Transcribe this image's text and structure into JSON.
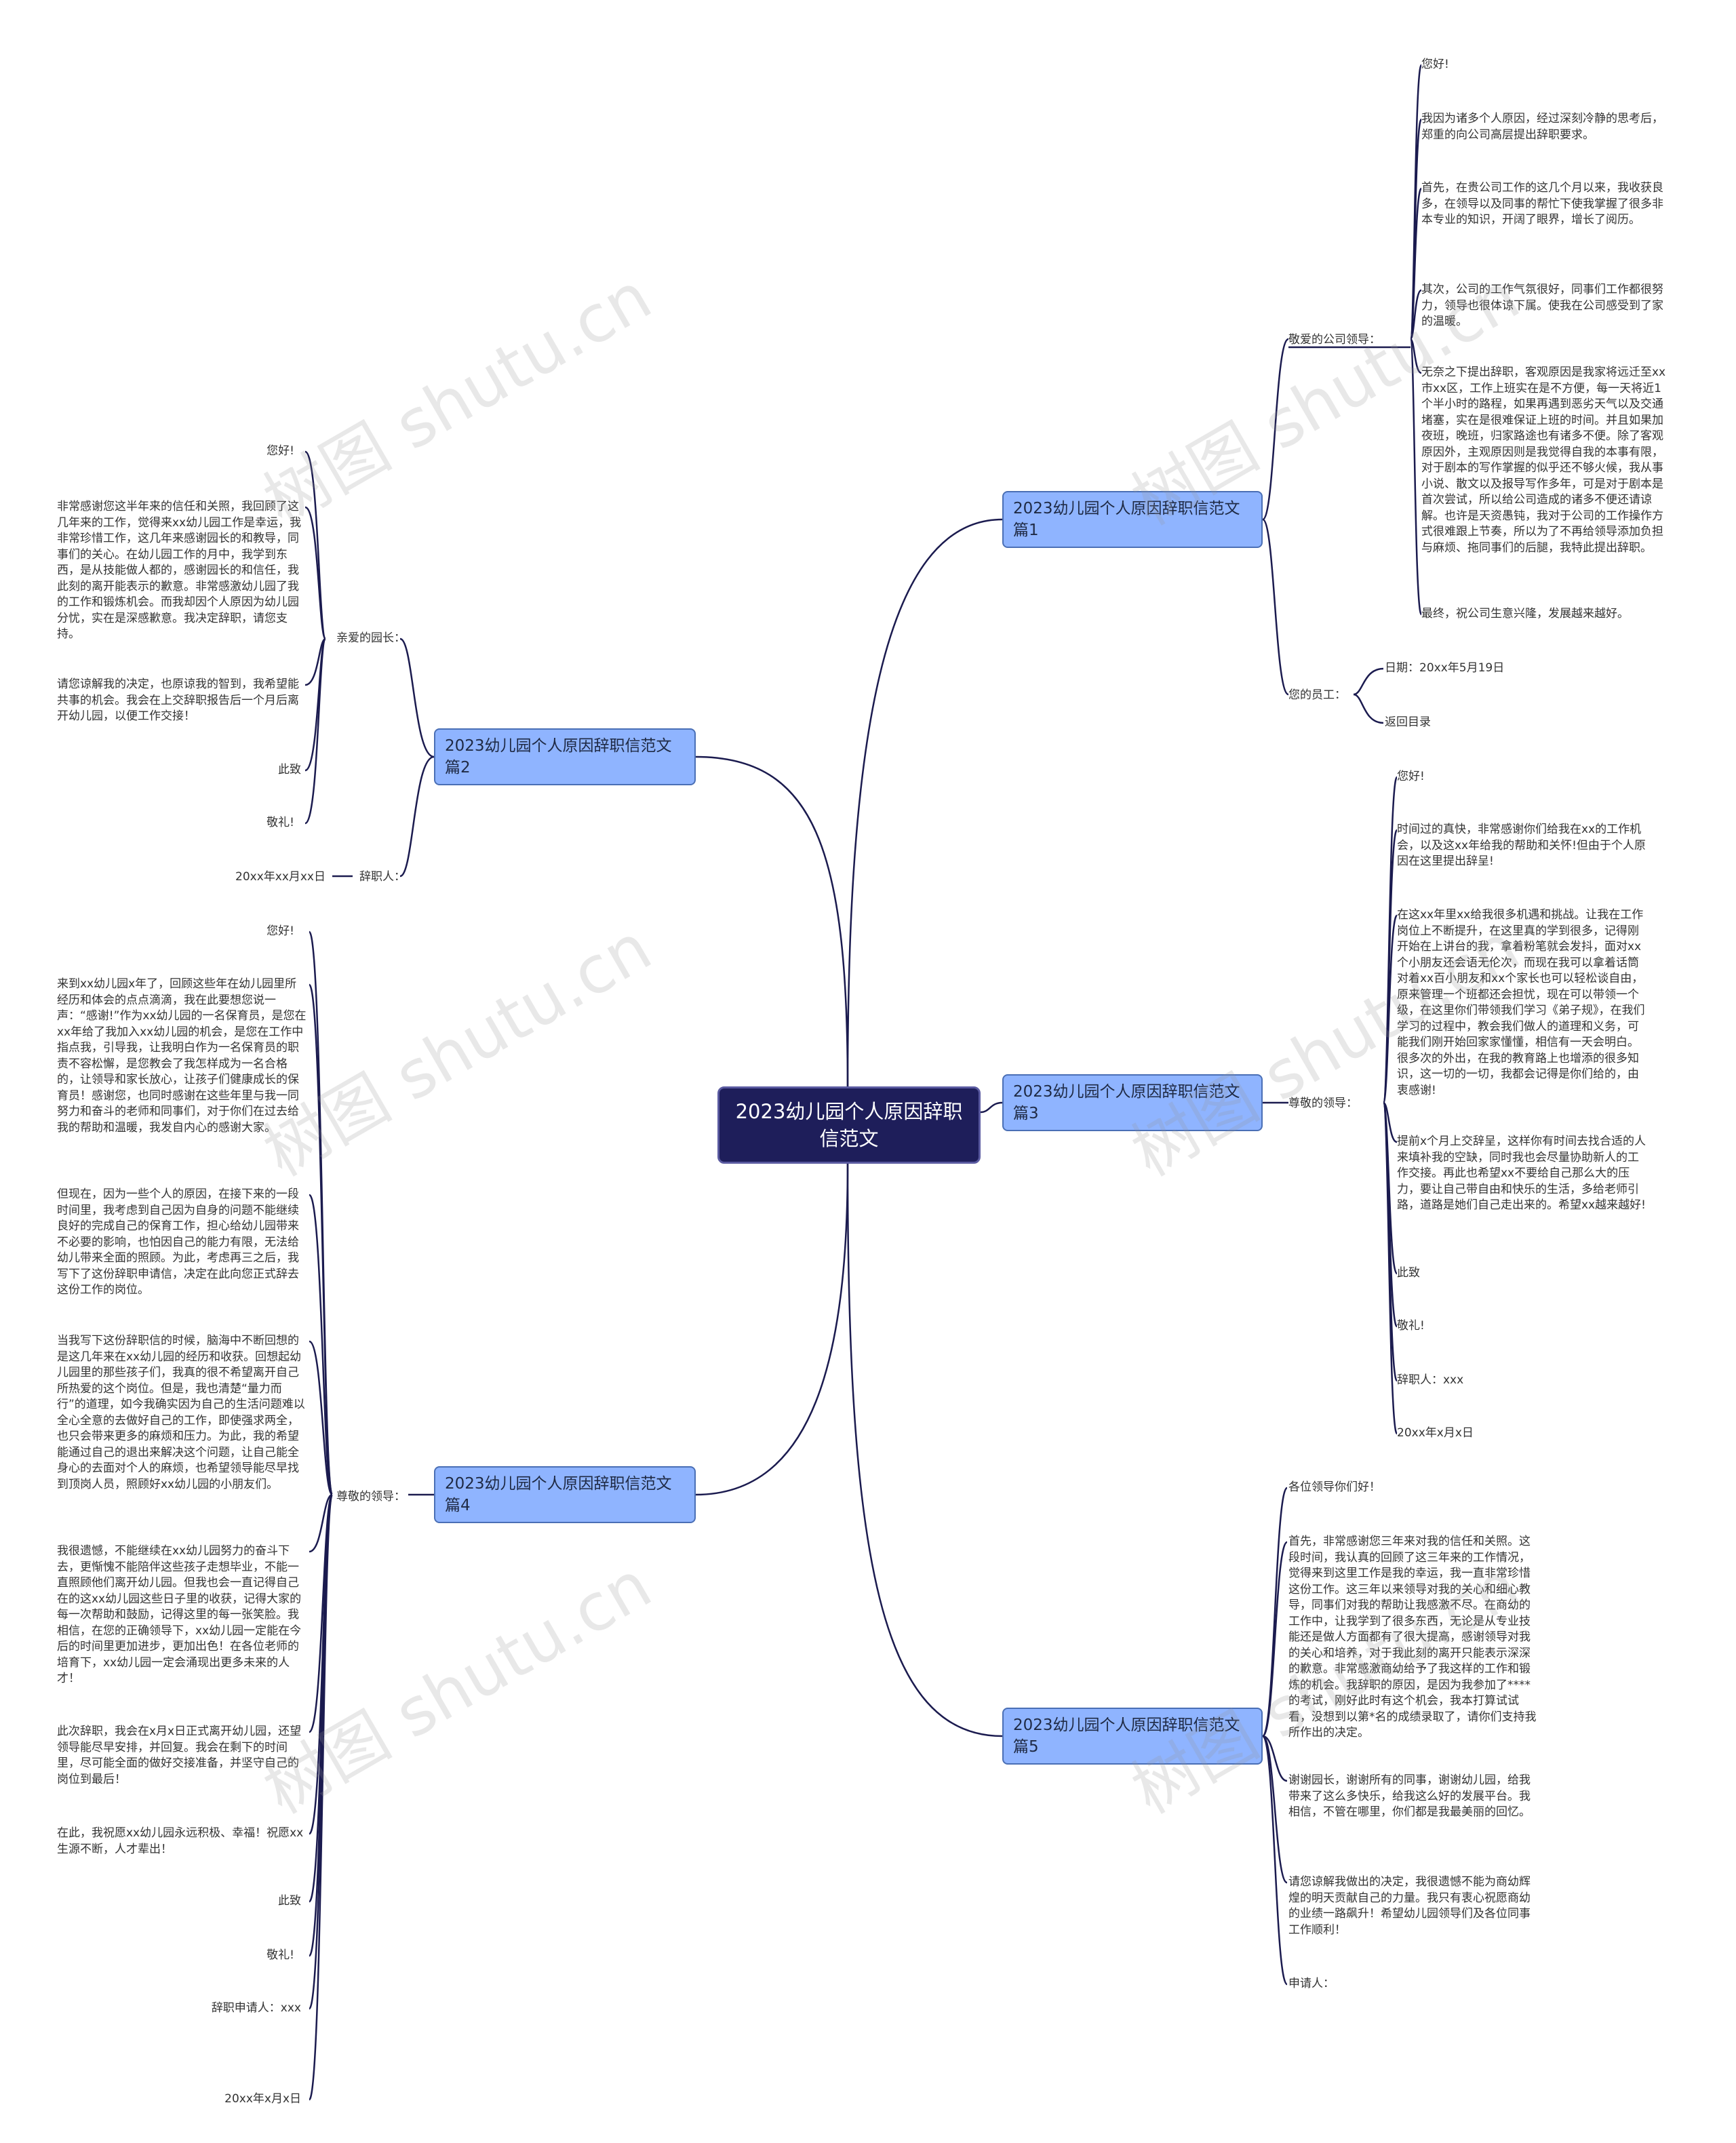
{
  "title": "2023幼儿园个人原因辞职信范文",
  "watermark_text": "树图 shutu.cn",
  "colors": {
    "root_bg": "#1e1e5a",
    "branch_bg": "#8fb4ff",
    "edge": "#1b1b4f"
  },
  "branches": [
    {
      "label": "2023幼儿园个人原因辞职信范文篇1",
      "groups": [
        {
          "label": "敬爱的公司领导：",
          "items": [
            "您好!",
            "我因为诸多个人原因，经过深刻冷静的思考后，郑重的向公司高层提出辞职要求。",
            "首先，在贵公司工作的这几个月以来，我收获良多，在领导以及同事的帮忙下使我掌握了很多非本专业的知识，开阔了眼界，增长了阅历。",
            "其次，公司的工作气氛很好，同事们工作都很努力，领导也很体谅下属。使我在公司感受到了家的温暖。",
            "无奈之下提出辞职，客观原因是我家将远迁至xx市xx区，工作上班实在是不方便，每一天将近1个半小时的路程，如果再遇到恶劣天气以及交通堵塞，实在是很难保证上班的时间。并且如果加夜班，晚班，归家路途也有诸多不便。除了客观原因外，主观原因则是我觉得自我的本事有限，对于剧本的写作掌握的似乎还不够火候，我从事小说、散文以及报导写作多年，可是对于剧本是首次尝试，所以给公司造成的诸多不便还请谅解。也许是天资愚钝，我对于公司的工作操作方式很难跟上节奏，所以为了不再给领导添加负担与麻烦、拖同事们的后腿，我特此提出辞职。",
            "最终，祝公司生意兴隆，发展越来越好。"
          ]
        },
        {
          "label": "您的员工：",
          "items": [
            "日期：20xx年5月19日",
            "返回目录"
          ]
        }
      ]
    },
    {
      "label": "2023幼儿园个人原因辞职信范文篇2",
      "groups": [
        {
          "label": "亲爱的园长：",
          "items": [
            "您好!",
            "非常感谢您这半年来的信任和关照，我回顾了这几年来的工作，觉得来xx幼儿园工作是幸运，我非常珍惜工作，这几年来感谢园长的和教导，同事们的关心。在幼儿园工作的月中，我学到东西，是从技能做人都的，感谢园长的和信任，我此刻的离开能表示的歉意。非常感激幼儿园了我的工作和锻炼机会。而我却因个人原因为幼儿园分忧，实在是深感歉意。我决定辞职，请您支持。",
            "请您谅解我的决定，也原谅我的智到，我希望能共事的机会。我会在上交辞职报告后一个月后离开幼儿园，以便工作交接！",
            "此致",
            "敬礼!"
          ]
        },
        {
          "label": "辞职人：",
          "items": [
            "20xx年xx月xx日"
          ]
        }
      ]
    },
    {
      "label": "2023幼儿园个人原因辞职信范文篇3",
      "groups": [
        {
          "label": "尊敬的领导：",
          "items": [
            "您好!",
            "时间过的真快，非常感谢你们给我在xx的工作机会，以及这xx年给我的帮助和关怀!但由于个人原因在这里提出辞呈!",
            "在这xx年里xx给我很多机遇和挑战。让我在工作岗位上不断提升，在这里真的学到很多，记得刚开始在上讲台的我，拿着粉笔就会发抖，面对xx个小朋友还会语无伦次，而现在我可以拿着话筒对着xx百小朋友和xx个家长也可以轻松谈自由，原来管理一个班都还会担忧，现在可以带领一个级，在这里你们带领我们学习《弟子规》，在我们学习的过程中，教会我们做人的道理和义务，可能我们刚开始回家家懂懂，相信有一天会明白。很多次的外出，在我的教育路上也增添的很多知识，这一切的一切，我都会记得是你们给的，由衷感谢!",
            "提前x个月上交辞呈，这样你有时间去找合适的人来填补我的空缺，同时我也会尽量协助新人的工作交接。再此也希望xx不要给自己那么大的压力，要让自己带自由和快乐的生活，多给老师引路，道路是她们自己走出来的。希望xx越来越好!",
            "此致",
            "敬礼!",
            "辞职人：xxx",
            "20xx年x月x日"
          ]
        }
      ]
    },
    {
      "label": "2023幼儿园个人原因辞职信范文篇4",
      "groups": [
        {
          "label": "尊敬的领导：",
          "items": [
            "您好!",
            "来到xx幼儿园x年了，回顾这些年在幼儿园里所经历和体会的点点滴滴，我在此要想您说一声：“感谢!”作为xx幼儿园的一名保育员，是您在xx年给了我加入xx幼儿园的机会，是您在工作中指点我，引导我，让我明白作为一名保育员的职责不容松懈，是您教会了我怎样成为一名合格的，让领导和家长放心，让孩子们健康成长的保育员！感谢您，也同时感谢在这些年里与我一同努力和奋斗的老师和同事们，对于你们在过去给我的帮助和温暖，我发自内心的感谢大家。",
            "但现在，因为一些个人的原因，在接下来的一段时间里，我考虑到自己因为自身的问题不能继续良好的完成自己的保育工作，担心给幼儿园带来不必要的影响，也怕因自己的能力有限，无法给幼儿带来全面的照顾。为此，考虑再三之后，我写下了这份辞职申请信，决定在此向您正式辞去这份工作的岗位。",
            "当我写下这份辞职信的时候，脑海中不断回想的是这几年来在xx幼儿园的经历和收获。回想起幼儿园里的那些孩子们，我真的很不希望离开自己所热爱的这个岗位。但是，我也清楚“量力而行”的道理，如今我确实因为自己的生活问题难以全心全意的去做好自己的工作，即使强求两全，也只会带来更多的麻烦和压力。为此，我的希望能通过自己的退出来解决这个问题，让自己能全身心的去面对个人的麻烦，也希望领导能尽早找到顶岗人员，照顾好xx幼儿园的小朋友们。",
            "我很遗憾，不能继续在xx幼儿园努力的奋斗下去，更惭愧不能陪伴这些孩子走想毕业，不能一直照顾他们离开幼儿园。但我也会一直记得自己在的这xx幼儿园这些日子里的收获，记得大家的每一次帮助和鼓励，记得这里的每一张笑脸。我相信，在您的正确领导下，xx幼儿园一定能在今后的时间里更加进步，更加出色！在各位老师的培育下，xx幼儿园一定会涌现出更多未来的人才！",
            "此次辞职，我会在x月x日正式离开幼儿园，还望领导能尽早安排，并回复。我会在剩下的时间里，尽可能全面的做好交接准备，并坚守自己的岗位到最后！",
            "在此，我祝愿xx幼儿园永远积极、幸福！祝愿xx生源不断，人才辈出！",
            "此致",
            "敬礼!",
            "辞职申请人：xxx",
            "20xx年x月x日"
          ]
        }
      ]
    },
    {
      "label": "2023幼儿园个人原因辞职信范文篇5",
      "groups": [
        {
          "label": "",
          "items": [
            "各位领导你们好！",
            "首先，非常感谢您三年来对我的信任和关照。这段时间，我认真的回顾了这三年来的工作情况，觉得来到这里工作是我的幸运，我一直非常珍惜这份工作。这三年以来领导对我的关心和细心教导，同事们对我的帮助让我感激不尽。在商幼的工作中，让我学到了很多东西，无论是从专业技能还是做人方面都有了很大提高，感谢领导对我的关心和培养，对于我此刻的离开只能表示深深的歉意。非常感激商幼给予了我这样的工作和锻炼的机会。我辞职的原因，是因为我参加了****的考试，刚好此时有这个机会，我本打算试试看，没想到以第*名的成绩录取了，请你们支持我所作出的决定。",
            "谢谢园长，谢谢所有的同事，谢谢幼儿园，给我带来了这么多快乐，给我这么好的发展平台。我相信，不管在哪里，你们都是我最美丽的回忆。",
            "请您谅解我做出的决定，我很遗憾不能为商幼辉煌的明天贡献自己的力量。我只有衷心祝愿商幼的业绩一路飙升！希望幼儿园领导们及各位同事工作顺利！",
            "申请人："
          ]
        }
      ]
    }
  ]
}
